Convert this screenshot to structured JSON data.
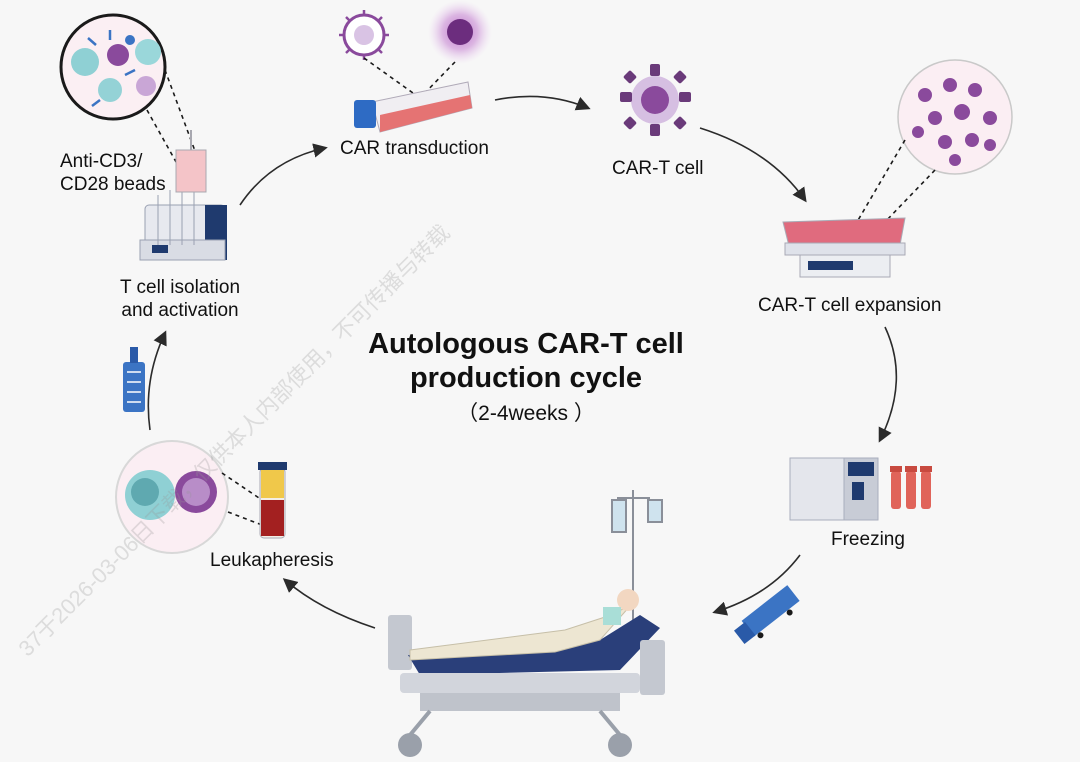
{
  "title": "Autologous CAR-T cell production cycle",
  "title_line1": "Autologous CAR-T cell",
  "title_line2": "production cycle",
  "duration": "（2-4weeks ）",
  "steps": {
    "beads": {
      "line1": "Anti-CD3/",
      "line2": "CD28 beads"
    },
    "transduction": "CAR transduction",
    "cart_cell": "CAR-T cell",
    "expansion": "CAR-T cell expansion",
    "freezing": "Freezing",
    "leukapheresis": "Leukapheresis",
    "isolation": {
      "line1": "T cell isolation",
      "line2": "and activation"
    }
  },
  "watermark": "37于2026-03-06日下载，仅供本人内部使用，不可传播与转载",
  "colors": {
    "arrow": "#2b2b2b",
    "cell_purple": "#8a4a9c",
    "cell_light_purple": "#c9a6d6",
    "flask_red": "#e57373",
    "ice_blue": "#3b74c4",
    "machine_navy": "#1f3a6e",
    "bed_navy": "#2a3f7a",
    "blood_red": "#a32020"
  },
  "icons": [
    "magnified-cells-icon",
    "separator-machine-icon",
    "virus-icon",
    "target-cell-icon",
    "culture-flask-icon",
    "car-t-cell-icon",
    "cell-cluster-icon",
    "bioreactor-icon",
    "freezer-icon",
    "blood-tubes-icon",
    "truck-icon",
    "patient-bed-icon",
    "iv-drip-icon",
    "blood-tube-icon",
    "leukocyte-cells-icon",
    "cell-bag-icon"
  ]
}
